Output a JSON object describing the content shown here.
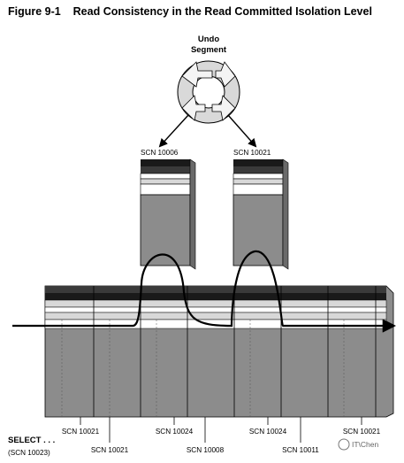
{
  "figure": {
    "number": "Figure 9-1",
    "title": "Read Consistency in the Read Committed Isolation Level"
  },
  "undo_segment": {
    "label_line1": "Undo",
    "label_line2": "Segment"
  },
  "undo_blocks": [
    {
      "scn": "SCN 10006"
    },
    {
      "scn": "SCN 10021"
    }
  ],
  "query": {
    "label_line1": "SELECT . . .",
    "label_line2": "(SCN 10023)"
  },
  "table_blocks_upper_labels": [
    "SCN 10021",
    "SCN 10024",
    "SCN 10024",
    "SCN 10021"
  ],
  "table_blocks_lower_labels": [
    "SCN 10021",
    "SCN 10008",
    "SCN 10011"
  ],
  "watermark": "IT\\Chen",
  "colors": {
    "block_face": "#8c8c8c",
    "block_top": "#3a3a3a",
    "band_dark": "#1a1a1a",
    "band_light": "#d8d8d8",
    "undo_circle": "#d9d9d9"
  }
}
